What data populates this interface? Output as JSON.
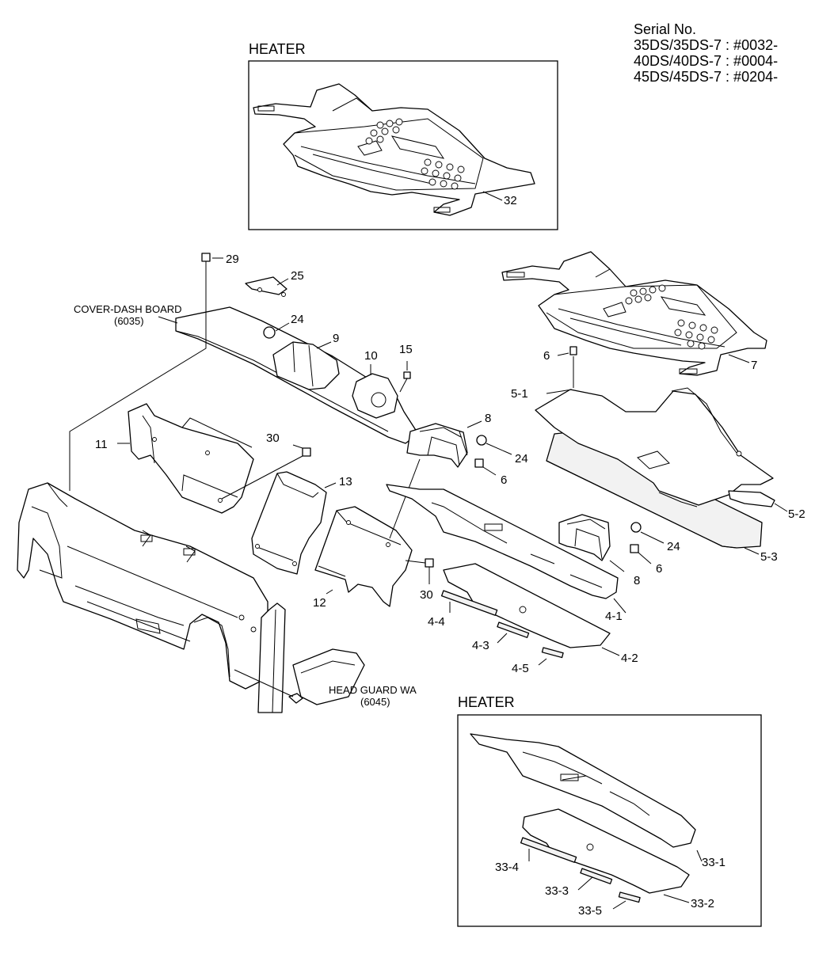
{
  "serial": {
    "title": "Serial No.",
    "lines": [
      "35DS/35DS-7 : #0032-",
      "40DS/40DS-7 : #0004-",
      "45DS/45DS-7 : #0204-"
    ]
  },
  "insets": {
    "top_heading": "HEATER",
    "bottom_heading": "HEATER"
  },
  "references": {
    "cover_dash_board": [
      "COVER-DASH BOARD",
      "(6035)"
    ],
    "head_guard": [
      "HEAD GUARD WA",
      "(6045)"
    ]
  },
  "callouts": {
    "c29": "29",
    "c25": "25",
    "c24a": "24",
    "c9": "9",
    "c10": "10",
    "c15": "15",
    "c11": "11",
    "c30a": "30",
    "c13": "13",
    "c8a": "8",
    "c24b": "24",
    "c6a": "6",
    "c12": "12",
    "c30b": "30",
    "c8b": "8",
    "c24c": "24",
    "c6b": "6",
    "c4_1": "4-1",
    "c4_2": "4-2",
    "c4_3": "4-3",
    "c4_4": "4-4",
    "c4_5": "4-5",
    "c5_1": "5-1",
    "c5_2": "5-2",
    "c5_3": "5-3",
    "c6c": "6",
    "c7": "7",
    "c32": "32",
    "c33_1": "33-1",
    "c33_2": "33-2",
    "c33_3": "33-3",
    "c33_4": "33-4",
    "c33_5": "33-5"
  }
}
